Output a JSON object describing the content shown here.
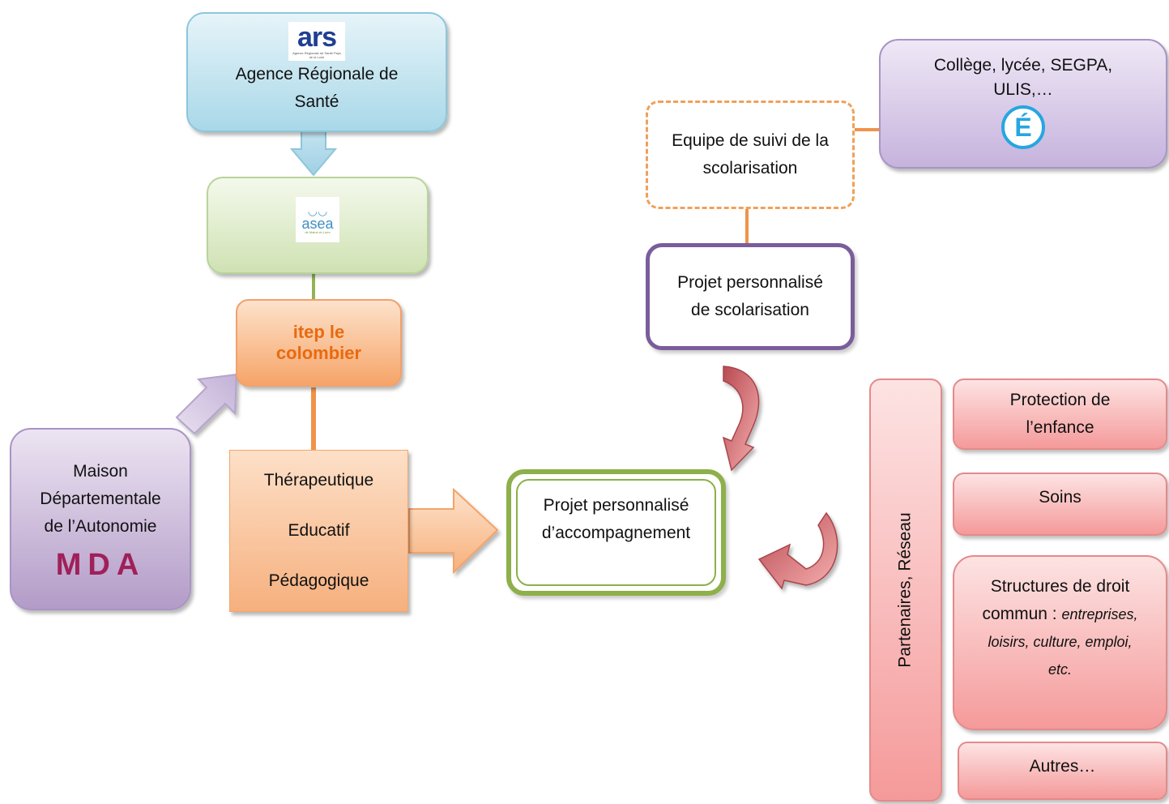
{
  "ars": {
    "logo_text": "ars",
    "logo_subtitle": "Agence Régionale de Santé Pays de la Loire",
    "label_line1": "Agence Régionale de",
    "label_line2": "Santé"
  },
  "asea": {
    "logo_text": "asea",
    "logo_subtitle": "de Maine-et-Loire"
  },
  "itep": {
    "line1": "itep le",
    "line2": "colombier"
  },
  "mda": {
    "line1": "Maison",
    "line2": "Départementale",
    "line3": "de l’Autonomie",
    "logo_text": "MDA"
  },
  "services": {
    "items": [
      "Thérapeutique",
      "Educatif",
      "Pédagogique"
    ]
  },
  "ppa": {
    "line1": "Projet personnalisé",
    "line2": "d’accompagnement"
  },
  "equipe": {
    "line1": "Equipe de suivi de la",
    "line2": "scolarisation"
  },
  "college": {
    "line1": "Collège, lycée, SEGPA,",
    "line2": "ULIS,…",
    "logo_letter": "É"
  },
  "pps": {
    "line1": "Projet personnalisé",
    "line2": "de scolarisation"
  },
  "partenaires": {
    "vertical_label": "Partenaires, Réseau",
    "protection": {
      "line1": "Protection de",
      "line2": "l’enfance"
    },
    "soins": "Soins",
    "structures": {
      "line1": "Structures de droit",
      "line2_plain": "commun : ",
      "line2_italic": "entreprises,",
      "line3": "loisirs, culture, emploi,",
      "line4": "etc."
    },
    "autres": "Autres…"
  },
  "colors": {
    "ars_fill": "#c9e8f2",
    "asea_fill": "#dfeccd",
    "itep_fill": "#f8bb8a",
    "itep_text": "#e86a10",
    "mda_fill": "#c5b4d5",
    "mda_logo": "#a0205a",
    "services_fill": "#f9c39b",
    "ppa_border": "#8db04a",
    "equipe_border": "#f0a05a",
    "college_fill": "#d6c9e6",
    "pps_border": "#7a5d9b",
    "partner_fill": "#f7a8a8",
    "curved_arrow": "#c0505a"
  }
}
